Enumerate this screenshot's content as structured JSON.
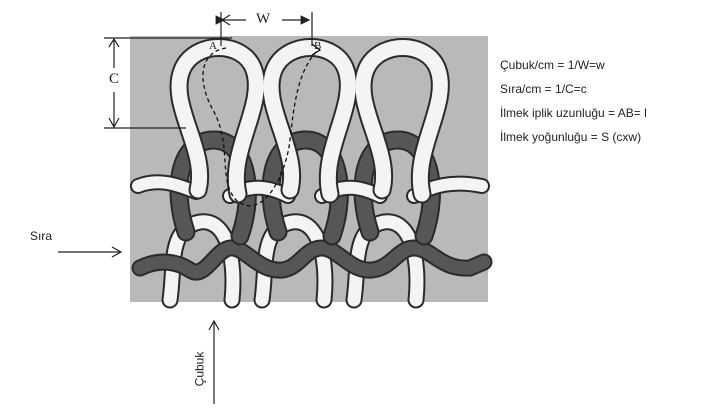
{
  "diagram": {
    "dimension_labels": {
      "width": "W",
      "height": "C"
    },
    "point_labels": {
      "start": "A",
      "end": "B"
    },
    "direction_labels": {
      "row": "Sıra",
      "column": "Çubuk"
    },
    "legend": [
      "Çubuk/cm = 1/W=w",
      "Sıra/cm = 1/C=c",
      "İlmek iplik uzunluğu = AB= l",
      "İlmek yoğunluğu = S (cxw)"
    ],
    "colors": {
      "background_panel": "#b9b9b9",
      "light_yarn": "#f4f4f4",
      "dark_yarn": "#565656",
      "yarn_outline": "#2a2a2a",
      "text": "#222222"
    }
  }
}
